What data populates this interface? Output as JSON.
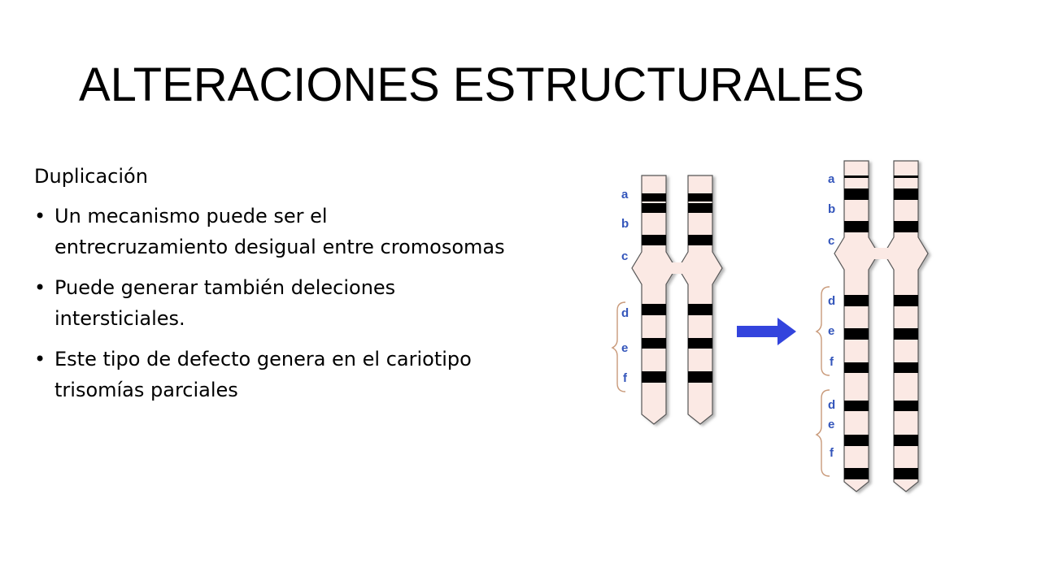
{
  "slide": {
    "title": "ALTERACIONES ESTRUCTURALES",
    "heading": "Duplicación",
    "bullet_char": "•",
    "bullets": [
      "Un mecanismo puede ser el entrecruzamiento desigual entre cromosomas",
      "Puede generar también deleciones intersticiales.",
      "Este tipo de defecto genera en el cariotipo trisomías parciales"
    ]
  },
  "diagram": {
    "colors": {
      "chromosome_fill": "#fbe9e4",
      "band": "#000000",
      "label": "#3355bb",
      "brace": "#c99a7a",
      "arrow": "#3344dd"
    },
    "before": {
      "labels": [
        "a",
        "b",
        "c",
        "d",
        "e",
        "f"
      ]
    },
    "after": {
      "labels": [
        "a",
        "b",
        "c",
        "d",
        "e",
        "f",
        "d",
        "e",
        "f"
      ]
    }
  }
}
